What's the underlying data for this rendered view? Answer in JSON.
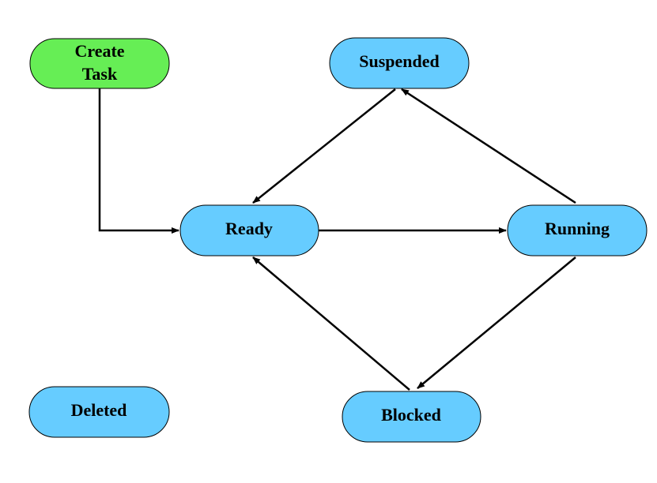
{
  "colors": {
    "start_state": "#66ee55",
    "state": "#66ccff",
    "edge": "#000000",
    "background": "#ffffff"
  },
  "nodes": {
    "create_task": {
      "line1": "Create",
      "line2": "Task",
      "color": "#66ee55"
    },
    "suspended": {
      "label": "Suspended",
      "color": "#66ccff"
    },
    "ready": {
      "label": "Ready",
      "color": "#66ccff"
    },
    "running": {
      "label": "Running",
      "color": "#66ccff"
    },
    "blocked": {
      "label": "Blocked",
      "color": "#66ccff"
    },
    "deleted": {
      "label": "Deleted",
      "color": "#66ccff"
    }
  },
  "edges": [
    {
      "from": "Create Task",
      "to": "Ready"
    },
    {
      "from": "Ready",
      "to": "Running"
    },
    {
      "from": "Running",
      "to": "Suspended"
    },
    {
      "from": "Suspended",
      "to": "Ready"
    },
    {
      "from": "Running",
      "to": "Blocked"
    },
    {
      "from": "Blocked",
      "to": "Ready"
    }
  ]
}
